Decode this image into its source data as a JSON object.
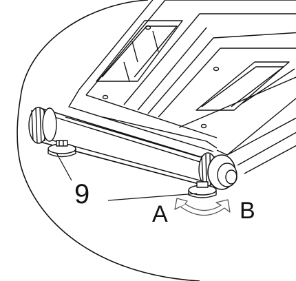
{
  "callouts": {
    "part_number": "9",
    "direction_a": "A",
    "direction_b": "B"
  },
  "colors": {
    "line": "#111111",
    "arrow": "#555555",
    "background": "#ffffff"
  }
}
